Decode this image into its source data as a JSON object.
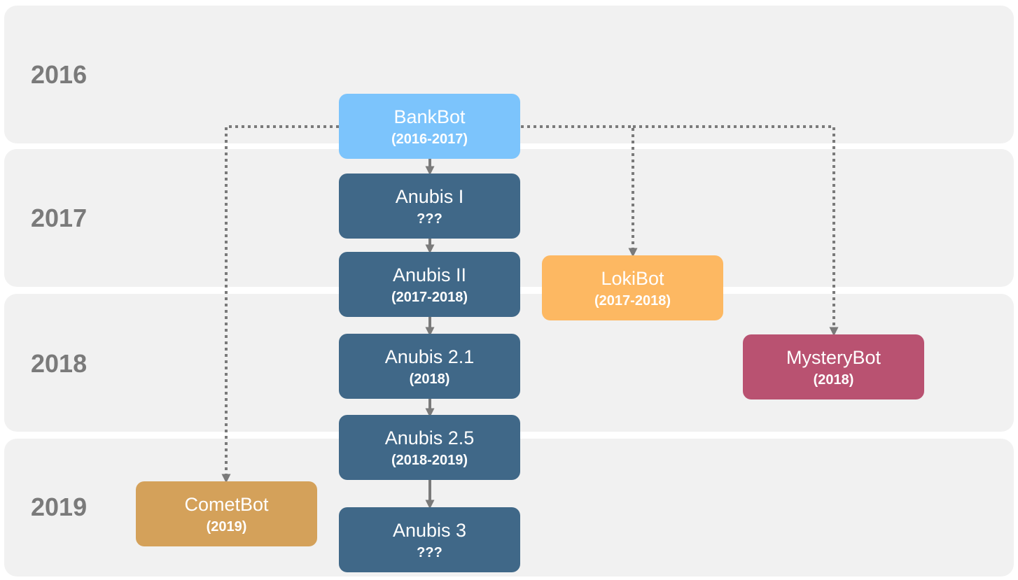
{
  "years": [
    "2016",
    "2017",
    "2018",
    "2019"
  ],
  "nodes": {
    "bankbot": {
      "name": "BankBot",
      "date": "(2016-2017)",
      "color": "#7cc4fc"
    },
    "anubis1": {
      "name": "Anubis I",
      "date": "???",
      "color": "#406888"
    },
    "anubis2": {
      "name": "Anubis II",
      "date": "(2017-2018)",
      "color": "#406888"
    },
    "anubis21": {
      "name": "Anubis 2.1",
      "date": "(2018)",
      "color": "#406888"
    },
    "anubis25": {
      "name": "Anubis 2.5",
      "date": "(2018-2019)",
      "color": "#406888"
    },
    "anubis3": {
      "name": "Anubis 3",
      "date": "???",
      "color": "#406888"
    },
    "lokibot": {
      "name": "LokiBot",
      "date": "(2017-2018)",
      "color": "#fdb862"
    },
    "mysterybot": {
      "name": "MysteryBot",
      "date": "(2018)",
      "color": "#b95271"
    },
    "cometbot": {
      "name": "CometBot",
      "date": "(2019)",
      "color": "#d4a15a"
    }
  }
}
